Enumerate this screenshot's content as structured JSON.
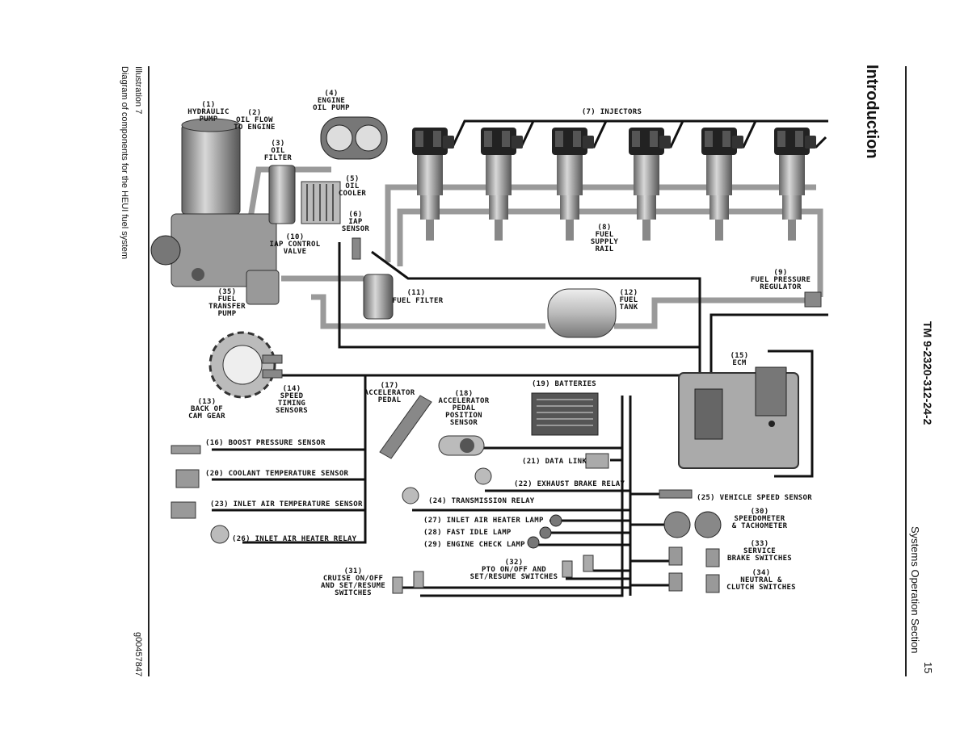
{
  "header": {
    "section": "Introduction",
    "document_id": "TM 9-2320-312-24-2",
    "section_title": "Systems Operation Section",
    "page_number": "15"
  },
  "caption": {
    "illustration": "Illustration 7",
    "description": "Diagram of components for the HEUI fuel system",
    "graphic_id": "g00457847"
  },
  "labels": {
    "l1": "(1)",
    "l1b": "HYDRAULIC",
    "l1c": "PUMP",
    "l2": "(2)",
    "l2b": "OIL FLOW",
    "l2c": "TO ENGINE",
    "l3": "(3)",
    "l3b": "OIL",
    "l3c": "FILTER",
    "l4": "(4)",
    "l4b": "ENGINE",
    "l4c": "OIL PUMP",
    "l5": "(5)",
    "l5b": "OIL",
    "l5c": "COOLER",
    "l6": "(6)",
    "l6b": "IAP",
    "l6c": "SENSOR",
    "l7": "(7) INJECTORS",
    "l8": "(8)",
    "l8b": "FUEL",
    "l8c": "SUPPLY",
    "l8d": "RAIL",
    "l9": "(9)",
    "l9b": "FUEL PRESSURE",
    "l9c": "REGULATOR",
    "l10": "(10)",
    "l10b": "IAP CONTROL",
    "l10c": "VALVE",
    "l11": "(11)",
    "l11b": "FUEL FILTER",
    "l12": "(12)",
    "l12b": "FUEL",
    "l12c": "TANK",
    "l13": "(13)",
    "l13b": "BACK OF",
    "l13c": "CAM GEAR",
    "l14": "(14)",
    "l14b": "SPEED",
    "l14c": "TIMING",
    "l14d": "SENSORS",
    "l15": "(15)",
    "l15b": "ECM",
    "l16": "(16) BOOST PRESSURE SENSOR",
    "l17": "(17)",
    "l17b": "ACCELERATOR",
    "l17c": "PEDAL",
    "l18": "(18)",
    "l18b": "ACCELERATOR",
    "l18c": "PEDAL",
    "l18d": "POSITION",
    "l18e": "SENSOR",
    "l19": "(19) BATTERIES",
    "l20": "(20) COOLANT TEMPERATURE SENSOR",
    "l21": "(21) DATA LINK",
    "l22": "(22) EXHAUST BRAKE RELAY",
    "l23": "(23) INLET AIR TEMPERATURE SENSOR",
    "l24": "(24) TRANSMISSION RELAY",
    "l25": "(25) VEHICLE SPEED SENSOR",
    "l26": "(26) INLET AIR HEATER RELAY",
    "l27": "(27) INLET AIR HEATER LAMP",
    "l28": "(28) FAST IDLE LAMP",
    "l29": "(29) ENGINE CHECK LAMP",
    "l30": "(30)",
    "l30b": "SPEEDOMETER",
    "l30c": "& TACHOMETER",
    "l31": "(31)",
    "l31b": "CRUISE ON/OFF",
    "l31c": "AND SET/RESUME",
    "l31d": "SWITCHES",
    "l32": "(32)",
    "l32b": "PTO ON/OFF AND",
    "l32c": "SET/RESUME SWITCHES",
    "l33": "(33)",
    "l33b": "SERVICE",
    "l33c": "BRAKE SWITCHES",
    "l34": "(34)",
    "l34b": "NEUTRAL &",
    "l34c": "CLUTCH SWITCHES",
    "l35": "(35)",
    "l35b": "FUEL",
    "l35c": "TRANSFER",
    "l35d": "PUMP"
  }
}
